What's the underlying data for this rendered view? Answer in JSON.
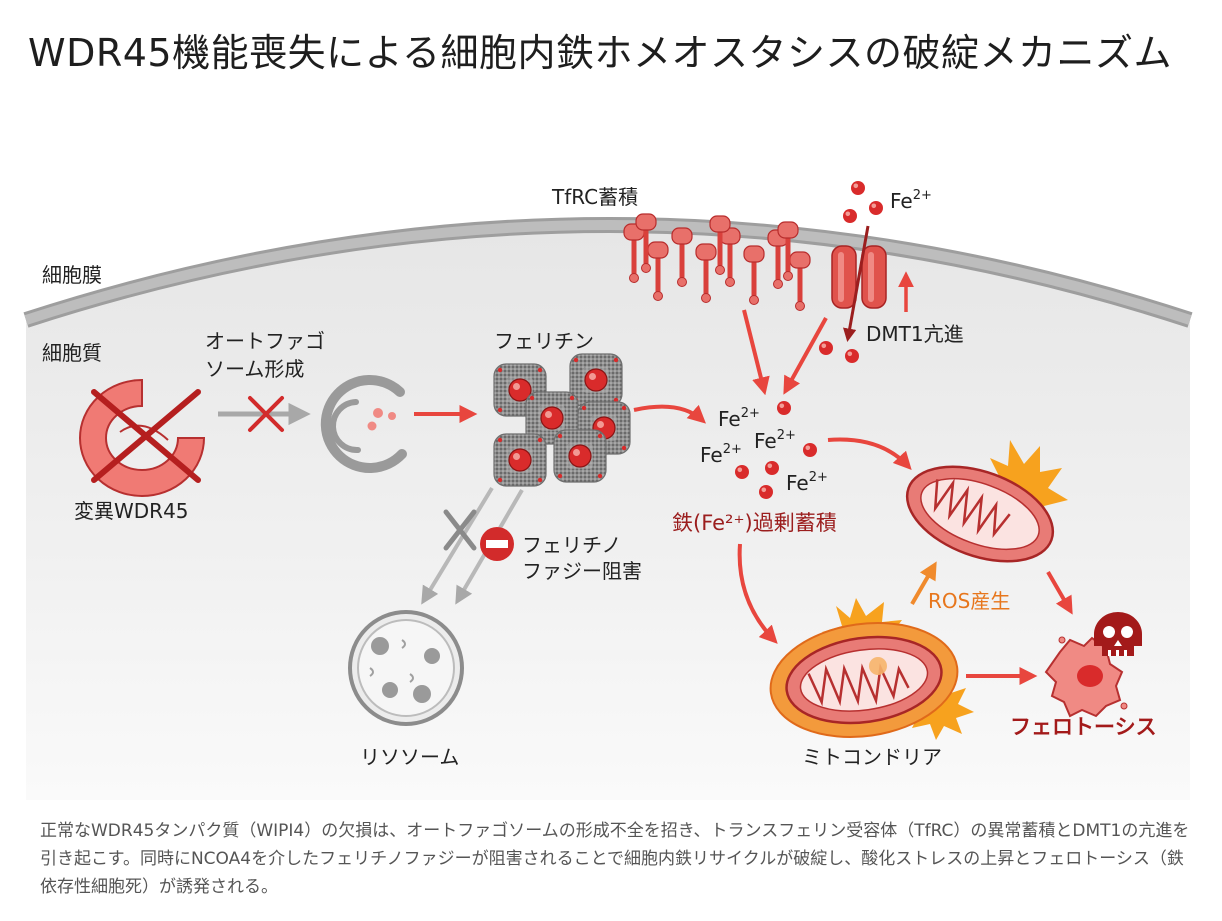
{
  "title": "WDR45機能喪失による細胞内鉄ホメオスタシスの破綻メカニズム",
  "labels": {
    "membrane": "細胞膜",
    "cytoplasm": "細胞質",
    "tfrc": "TfRC蓄積",
    "fe_ext": "Fe",
    "dmt1": "DMT1亢進",
    "autophagosome_line1": "オートファゴ",
    "autophagosome_line2": "ソーム形成",
    "ferritin": "フェリチン",
    "mutant_wdr45": "変異WDR45",
    "ferritinophagy_line1": "フェリチノ",
    "ferritinophagy_line2": "ファジー阻害",
    "lysosome": "リソソーム",
    "fe_pool": "Fe",
    "fe_superscript": "2+",
    "iron_overload": "鉄(Fe²⁺)過剰蓄積",
    "ros": "ROS産生",
    "mitochondria": "ミトコンドリア",
    "ferroptosis": "フェロトーシス"
  },
  "caption": "正常なWDR45タンパク質（WIPI4）の欠損は、オートファゴソームの形成不全を招き、トランスフェリン受容体（TfRC）の異常蓄積とDMT1の亢進を引き起こす。同時にNCOA4を介したフェリチノファジーが阻害されることで細胞内鉄リサイクルが破綻し、酸化ストレスの上昇とフェロトーシス（鉄依存性細胞死）が誘発される。",
  "colors": {
    "red": "#d92b2b",
    "arrow_red": "#e8463e",
    "orange": "#f08a2c",
    "gray": "#9a9a9a",
    "dark_red": "#9b1e1e"
  },
  "icons": [
    "cross-mark-icon",
    "no-entry-icon",
    "skull-icon",
    "burst-icon"
  ]
}
